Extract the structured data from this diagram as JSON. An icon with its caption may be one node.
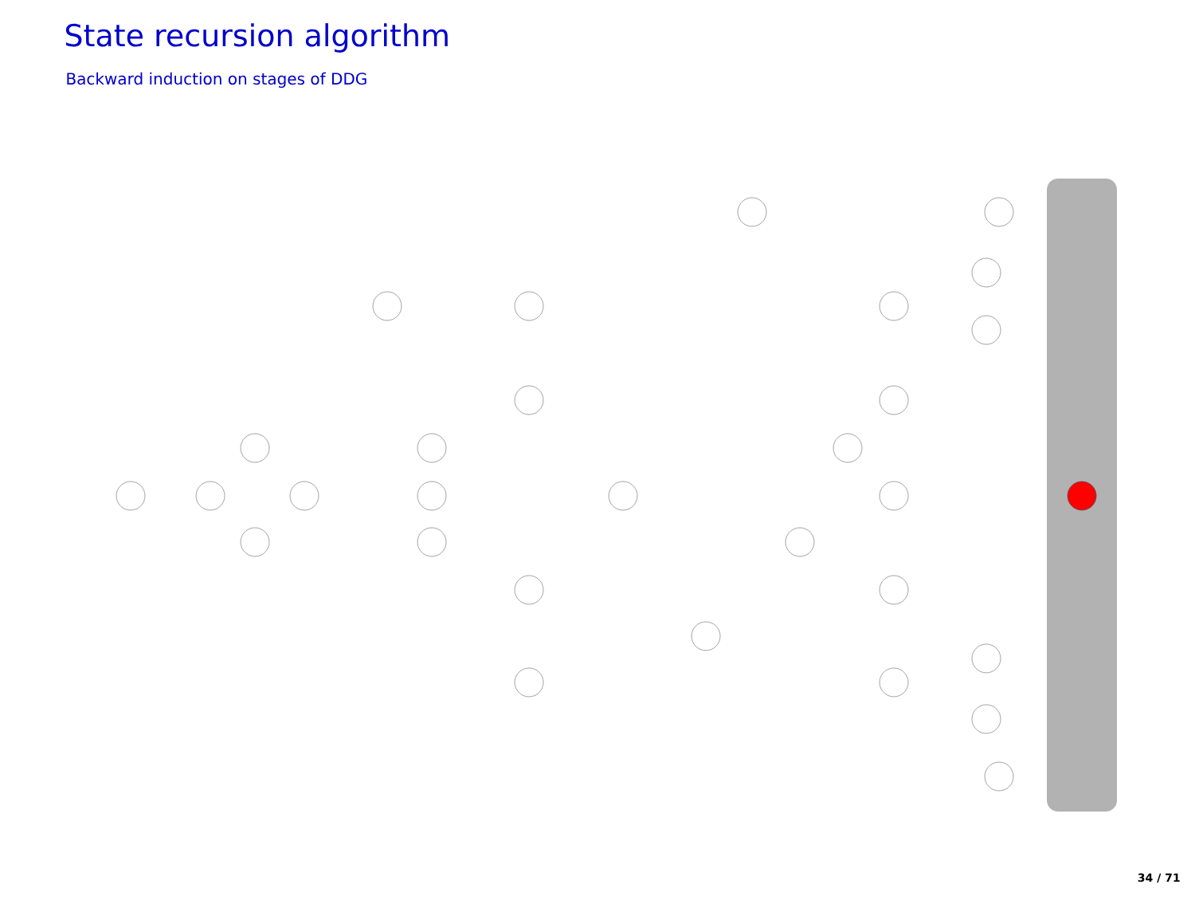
{
  "diagram": {
    "title": "State recursion algorithm",
    "nodes": [
      {
        "text": [],
        "shape": "circle"
      },
      {
        "text": [],
        "shape": "circle"
      },
      {
        "text": [],
        "shape": "circle"
      },
      {
        "text": [],
        "shape": "circle"
      },
      {
        "text": [],
        "shape": "circle"
      },
      {
        "text": [],
        "shape": "circle"
      },
      {
        "text": [],
        "shape": "circle"
      },
      {
        "text": [],
        "shape": "circle"
      },
      {
        "text": [],
        "shape": "circle"
      },
      {
        "text": [],
        "shape": "circle"
      },
      {
        "text": [],
        "shape": "circle"
      },
      {
        "text": [],
        "shape": "circle"
      },
      {
        "text": [],
        "shape": "circle"
      },
      {
        "text": [],
        "shape": "circle"
      },
      {
        "text": [],
        "shape": "circle"
      },
      {
        "text": [],
        "shape": "circle"
      },
      {
        "text": [],
        "shape": "circle"
      },
      {
        "text": [],
        "shape": "circle"
      },
      {
        "text": [],
        "shape": "circle"
      },
      {
        "text": [],
        "shape": "circle"
      },
      {
        "text": [],
        "shape": "circle"
      },
      {
        "text": [],
        "shape": "circle"
      },
      {
        "text": [],
        "shape": "circle"
      },
      {
        "text": [],
        "shape": "circle"
      },
      {
        "text": [],
        "shape": "circle"
      },
      {
        "text": [],
        "shape": "circle"
      },
      {
        "text": [],
        "shape": "circle"
      },
      {
        "text": [],
        "shape": "circle"
      },
      {
        "text": [],
        "shape": "circle"
      },
      {
        "text": [],
        "shape": "bar"
      },
      {
        "text": [],
        "shape": "circle",
        "in": 29
      }
    ],
    "labels": [
      "Backward induction on stages of DDG",
      "34 / 71"
    ]
  }
}
